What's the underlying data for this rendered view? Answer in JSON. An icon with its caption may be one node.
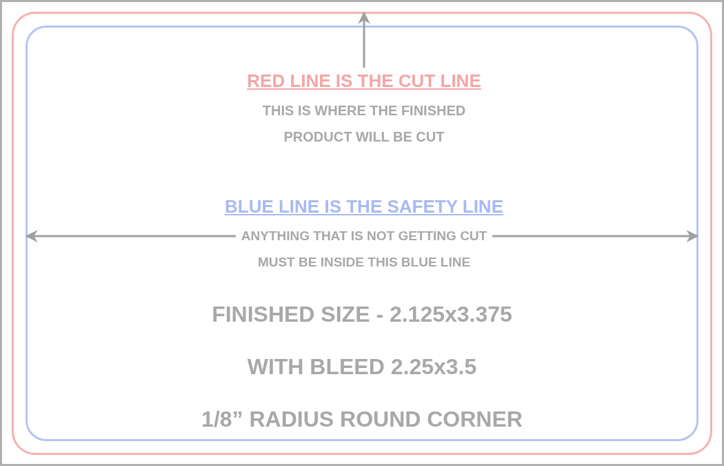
{
  "diagram": {
    "nodes": [
      {
        "text": [],
        "shape": "box"
      },
      {
        "text": [],
        "shape": "box",
        "in": 0
      },
      {
        "text": [
          "RED LINE IS THE CUT LINE",
          "THIS IS WHERE THE FINISHED PRODUCT WILL BE CUT"
        ],
        "in": 1
      },
      {
        "text": [
          "BLUE LINE IS THE SAFETY LINE",
          "ANYTHING THAT IS NOT GETTING CUT MUST BE INSIDE THIS BLUE LINE"
        ],
        "in": 1
      }
    ],
    "edges": [
      {
        "from": 2,
        "to": 0,
        "arrow": "to"
      },
      {
        "from": 3,
        "to": 1,
        "arrow": "to"
      },
      {
        "from": 3,
        "to": 1,
        "arrow": "to"
      }
    ],
    "labels": [
      "FINISHED SIZE - 2.125x3.375",
      "WITH BLEED 2.25x3.5",
      "1/8” RADIUS ROUND CORNER"
    ]
  }
}
